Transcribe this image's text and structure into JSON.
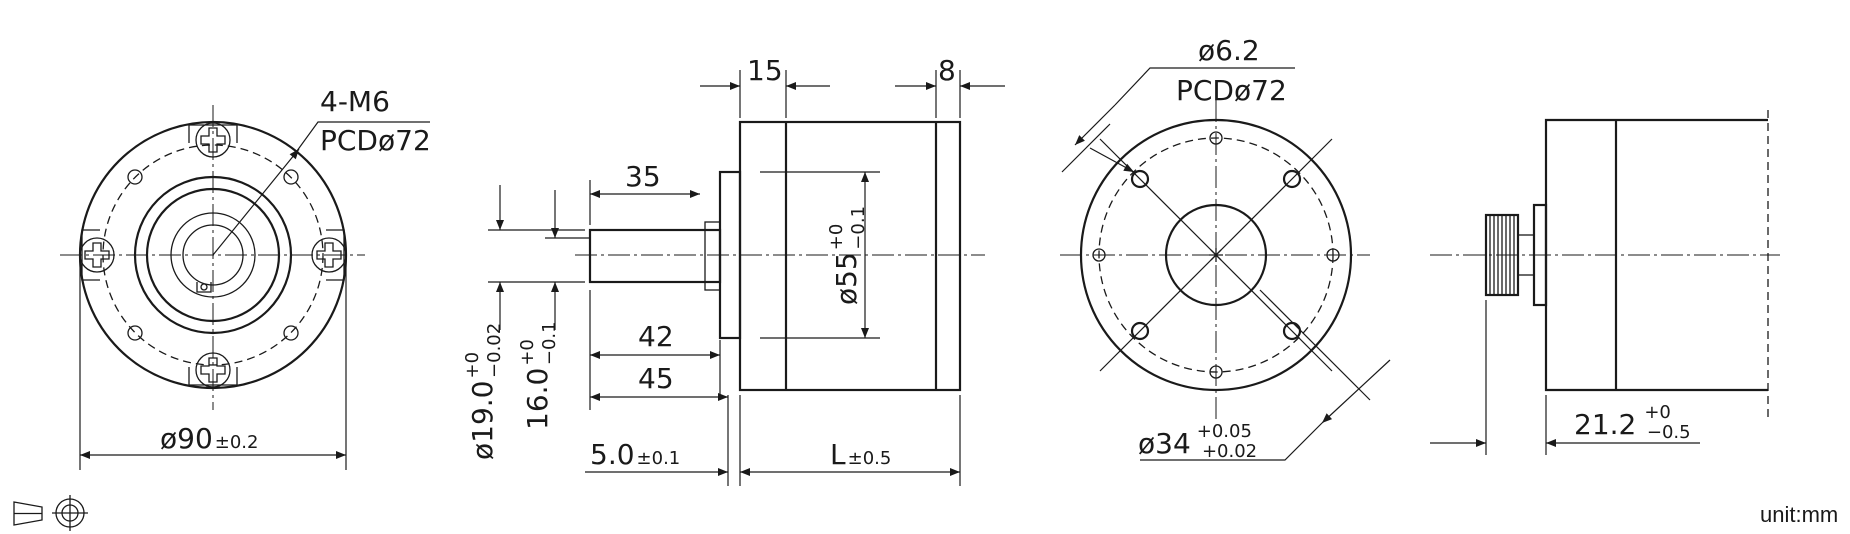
{
  "view_front": {
    "holes_label": "4-M6",
    "pcd_label": "PCDø72",
    "diameter_main": "ø90",
    "diameter_tol": "±0.2"
  },
  "view_side": {
    "dim_15": "15",
    "dim_8": "8",
    "dim_35": "35",
    "dim_42": "42",
    "dim_45": "45",
    "dim_d55": "ø55",
    "dim_d55_tol_upper": "+0",
    "dim_d55_tol_lower": "−0.1",
    "dim_d19": "ø19.0",
    "dim_d19_tol_upper": "+0",
    "dim_d19_tol_lower": "−0.02",
    "dim_16": "16.0",
    "dim_16_tol_upper": "+0",
    "dim_16_tol_lower": "−0.1",
    "dim_5": "5.0",
    "dim_5_tol": "±0.1",
    "dim_L": "L",
    "dim_L_tol": "±0.5"
  },
  "view_rear": {
    "hole_label": "ø6.2",
    "pcd_label": "PCDø72",
    "dim_d34": "ø34",
    "dim_d34_tol_upper": "+0.05",
    "dim_d34_tol_lower": "+0.02"
  },
  "view_gear": {
    "dim_21": "21.2",
    "dim_21_tol_upper": "+0",
    "dim_21_tol_lower": "−0.5"
  },
  "footer": {
    "unit_label": "unit:mm"
  },
  "icons": {
    "projection": "third-angle-projection-icon"
  }
}
